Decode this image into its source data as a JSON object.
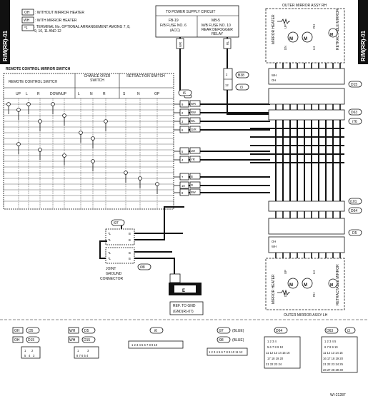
{
  "side_tab": {
    "left": "R/M(RR)-01",
    "right": "R/M(RR)-01"
  },
  "legend": [
    {
      "code": "OH",
      "text": ": WITHOUT MIRROR HEATER"
    },
    {
      "code": "WH",
      "text": ": WITH MIRROR HEATER"
    },
    {
      "code": "*1",
      "text": ": TERMINAL No. OPTIONAL ARRANGEMENT AMONG 7, 8, 9, 10, 11 AND 12"
    }
  ],
  "power_supply": {
    "title": "TO POWER SUPPLY CIRCUIT",
    "fuse_a": [
      "F/B FUSE NO. 6",
      "(ACC)"
    ],
    "fuse_a_head": "FB-19",
    "fuse_b": [
      "M/B FUSE NO. 10",
      "REAR DEFOGGER",
      "RELAY"
    ],
    "fuse_b_head": "MB-5"
  },
  "switch_box": {
    "title": "REMOTE CONTROL MIRROR SWITCH",
    "groups": [
      "REMOTE CONTROL SWITCH",
      "CHANGE OVER SWITCH",
      "RETRACTION SWITCH"
    ],
    "cols": [
      "UP",
      "L",
      "R",
      "DOWN",
      "UP",
      "L",
      "N",
      "R",
      "S",
      "N",
      "OP"
    ],
    "connector": "i6"
  },
  "switch_pins": [
    {
      "pin": "9",
      "color": "WR"
    },
    {
      "pin": "2",
      "color": "RW"
    },
    {
      "pin": "3",
      "color": "WL"
    },
    {
      "pin": "6",
      "color": "GrR"
    },
    {
      "pin": "5",
      "color": "LW"
    },
    {
      "pin": "4",
      "color": "YR"
    },
    {
      "pin": "7",
      "color": "B"
    },
    {
      "pin": "10",
      "color": "R"
    },
    {
      "pin": "8",
      "color": "BW"
    }
  ],
  "b38": {
    "label": "B38",
    "sub": "i3",
    "pin_a": "2",
    "pin_b": "12",
    "wire": "RL"
  },
  "mirror_rh": {
    "title": "OUTER MIRROR ASSY RH",
    "heater": "MIRROR HEATER",
    "retract": "RETRACTABLE MIRROR",
    "motor_labels": [
      "UP",
      "DN",
      "RH",
      "LH"
    ],
    "connectors": [
      "D15",
      "D63",
      "i76"
    ]
  },
  "mirror_lh": {
    "title": "OUTER MIRROR ASSY LH",
    "heater": "MIRROR HEATER",
    "retract": "RETRACTABLE MIRROR",
    "motor_labels": [
      "UP",
      "DN",
      "LH",
      "RH"
    ],
    "connectors": [
      "i101",
      "D64",
      "D5"
    ]
  },
  "ground": {
    "connector": "i97",
    "connector_b": "i98",
    "joint": [
      "JOINT",
      "GROUND",
      "CONNECTOR"
    ],
    "pin_label": "*1",
    "wire": "B",
    "gnd": "E",
    "ref": [
      "REF. TO GND",
      "(GND(R)-07)"
    ]
  },
  "connector_views": [
    {
      "label": "D15",
      "prefix": "OH"
    },
    {
      "label": "D5",
      "prefix": "WH"
    },
    {
      "label": "i6",
      "prefix": ""
    },
    {
      "label": "i97",
      "prefix": "",
      "suffix": "(BLUE)"
    },
    {
      "label": "i98",
      "prefix": "",
      "suffix": "(BLUE)"
    },
    {
      "label": "D64",
      "prefix": ""
    },
    {
      "label": "D63",
      "prefix": ""
    },
    {
      "label": "i3",
      "prefix": ""
    }
  ],
  "footer": {
    "doc_id": "WI-21287"
  }
}
